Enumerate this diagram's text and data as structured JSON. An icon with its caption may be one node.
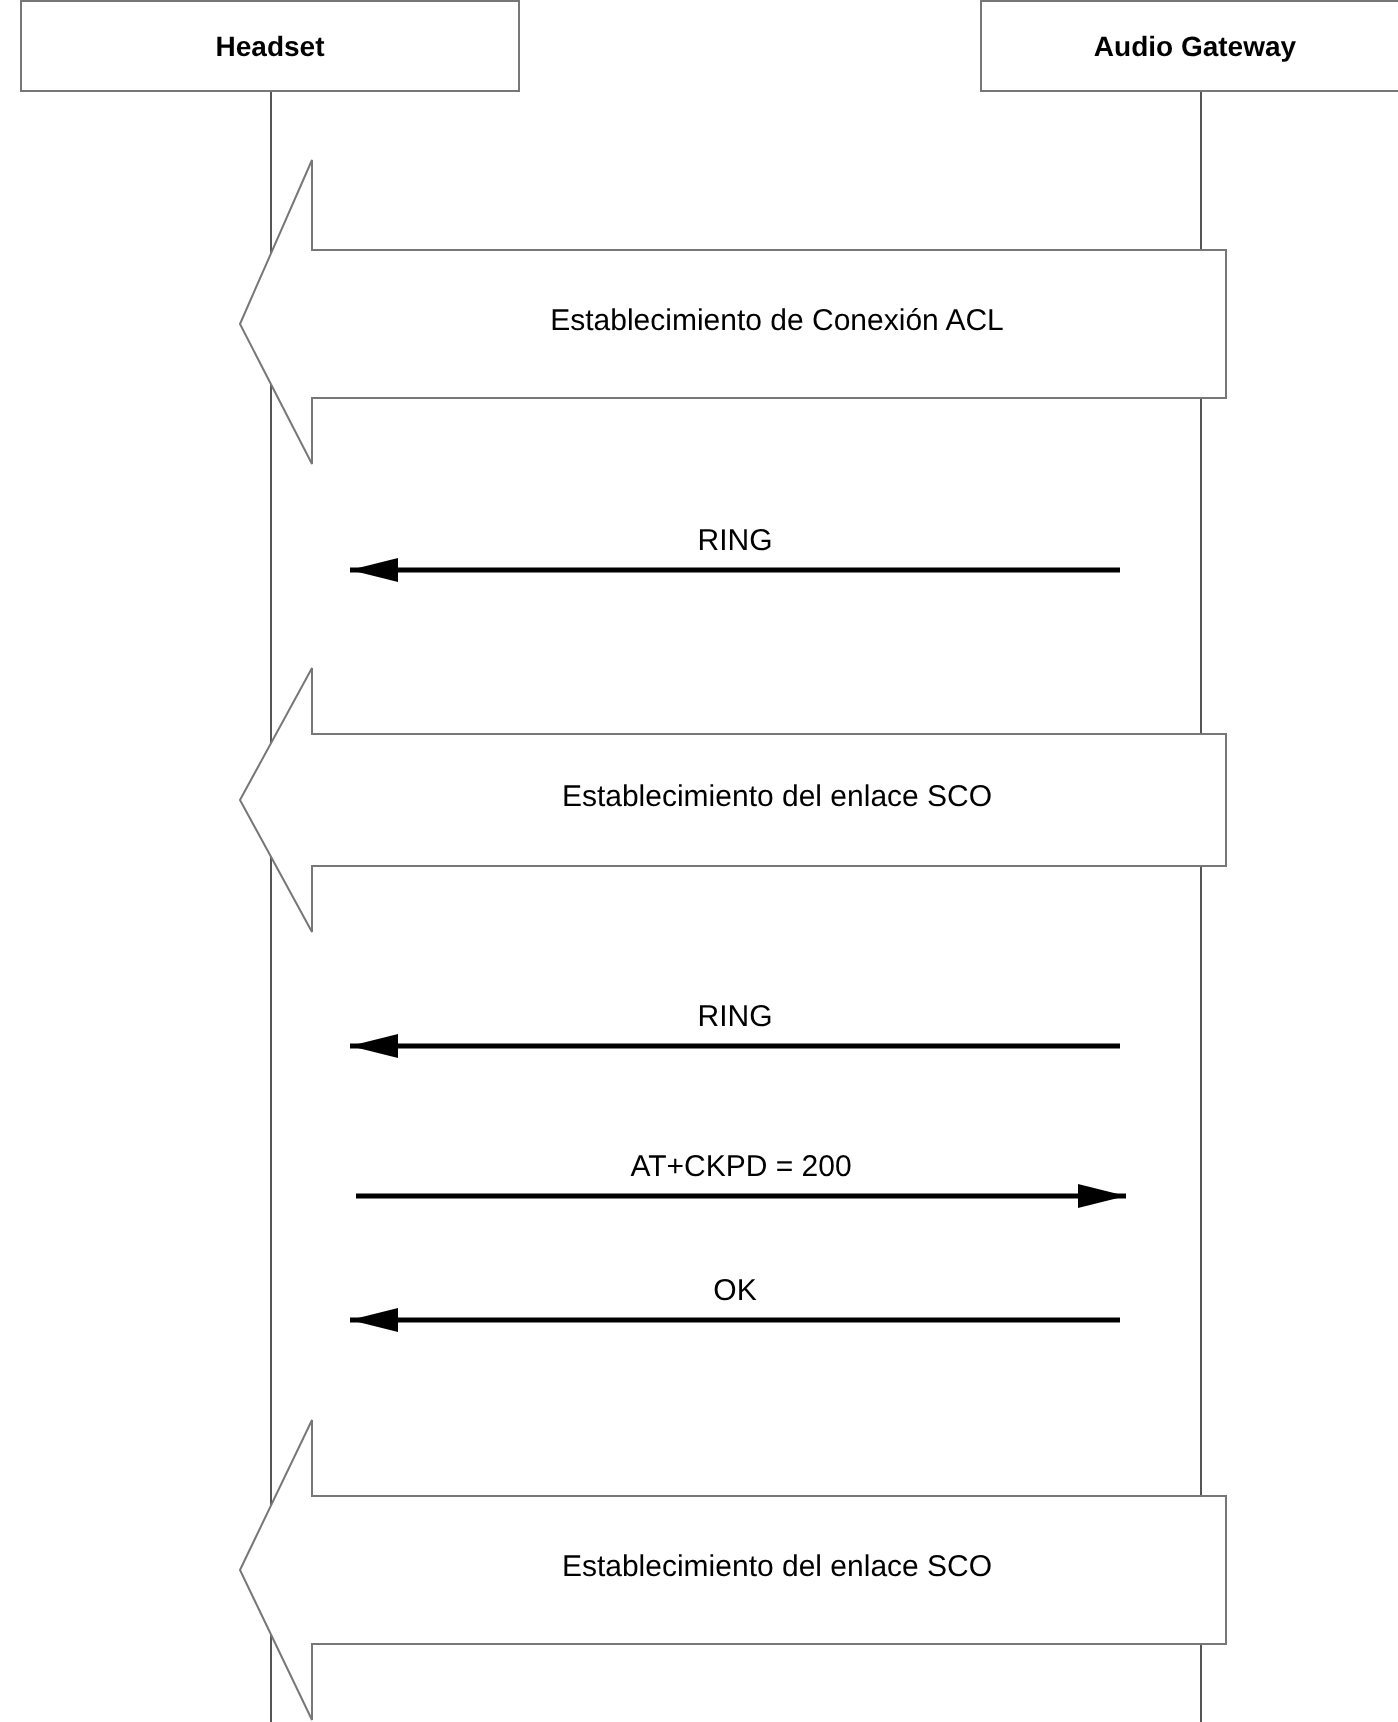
{
  "diagram": {
    "nodes": [
      {
        "text": [
          "Headset"
        ]
      },
      {
        "text": [
          "Audio Gateway"
        ]
      }
    ],
    "edges": [
      {
        "from": 1,
        "to": 0,
        "arrow": "to",
        "label": "Establecimiento de Conexión ACL",
        "style": "thick"
      },
      {
        "from": 1,
        "to": 0,
        "arrow": "to",
        "label": "RING"
      },
      {
        "from": 1,
        "to": 0,
        "arrow": "to",
        "label": "Establecimiento del enlace SCO",
        "style": "thick"
      },
      {
        "from": 1,
        "to": 0,
        "arrow": "to",
        "label": "RING"
      },
      {
        "from": 0,
        "to": 1,
        "arrow": "to",
        "label": "AT+CKPD = 200"
      },
      {
        "from": 1,
        "to": 0,
        "arrow": "to",
        "label": "OK"
      },
      {
        "from": 1,
        "to": 0,
        "arrow": "to",
        "label": "Establecimiento del enlace SCO",
        "style": "thick"
      }
    ]
  }
}
